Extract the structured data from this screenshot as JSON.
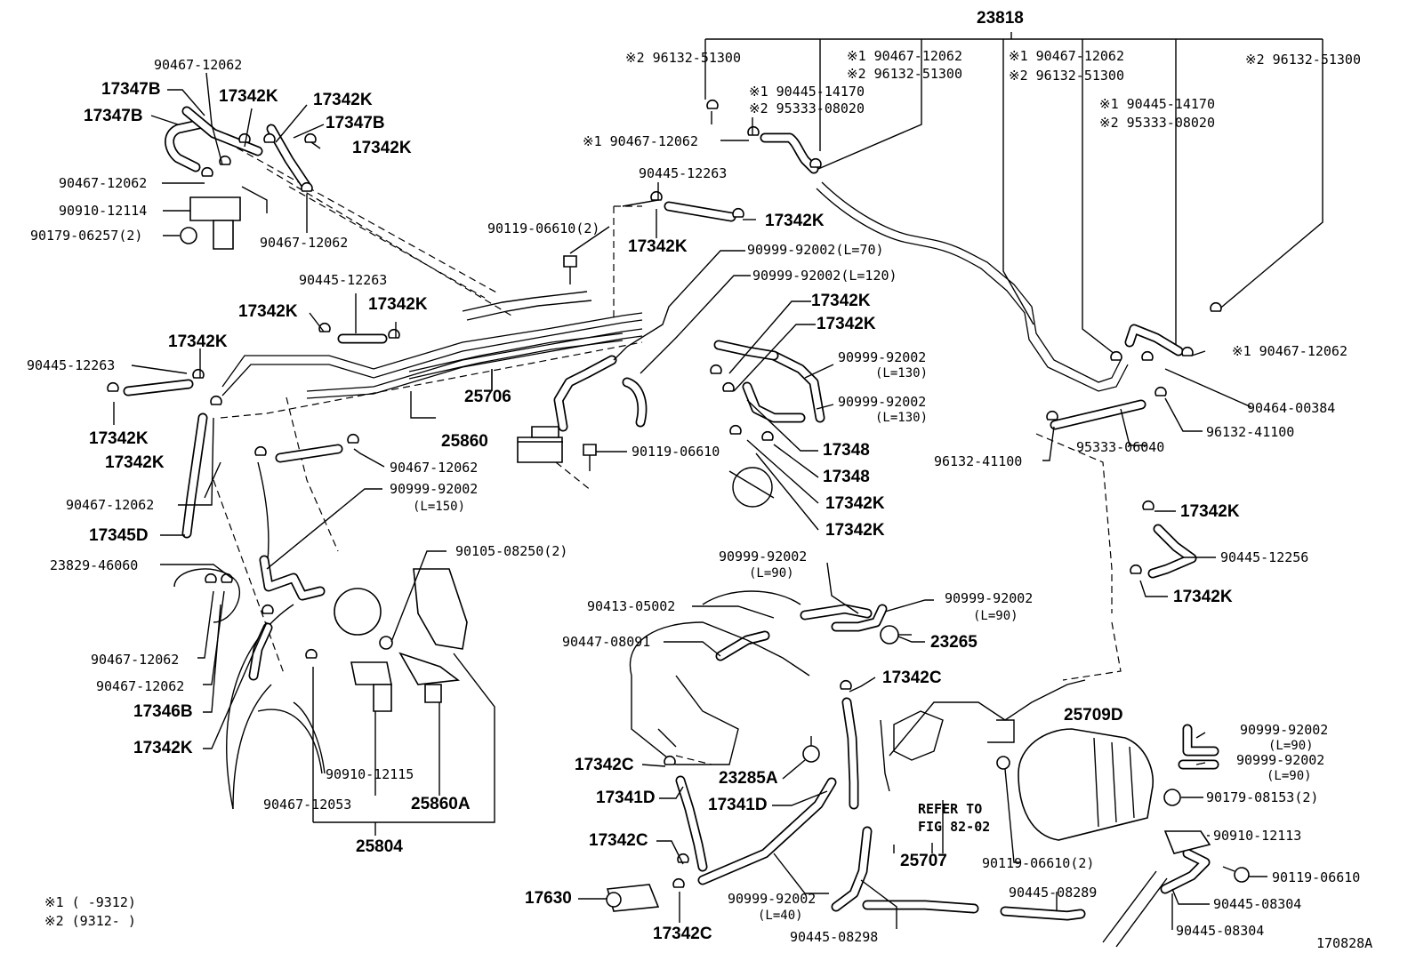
{
  "diagram": {
    "figure_code": "170828A",
    "legend": {
      "note1": "※1 (      -9312)",
      "note2": "※2 (9312-      )"
    },
    "refer_note": {
      "line1": "REFER TO",
      "line2": "FIG 82-02",
      "part": "25707"
    },
    "labels": {
      "p23818": "23818",
      "p17347B_a": "17347B",
      "p17347B_b": "17347B",
      "p17347B_c": "17347B",
      "p90467_12062_a": "90467-12062",
      "p17342K_a": "17342K",
      "p17342K_b": "17342K",
      "p17342K_c": "17342K",
      "p90467_12062_b": "90467-12062",
      "p90910_12114": "90910-12114",
      "p90179_06257": "90179-06257(2)",
      "p90467_12062_c": "90467-12062",
      "p96132_51300_a": "※2 96132-51300",
      "p90467_12062_d": "※1 90467-12062",
      "p96132_51300_b": "※2 96132-51300",
      "p90445_14170_a": "※1 90445-14170",
      "p95333_08020_a": "※2 95333-08020",
      "p90467_12062_e": "※1  90467-12062",
      "p90467_12062_f": "※1 90467-12062",
      "p96132_51300_c": "※2 96132-51300",
      "p96132_51300_d": "※2 96132-51300",
      "p90445_14170_b": "※1 90445-14170",
      "p95333_08020_b": "※2 95333-08020",
      "p90445_12263_a": "90445-12263",
      "p17342K_d": "17342K",
      "p17342K_e": "17342K",
      "p90119_06610_a": "90119-06610(2)",
      "p90999_92002_a": "90999-92002(L=70)",
      "p90999_92002_b": "90999-92002(L=120)",
      "p90445_12263_b": "90445-12263",
      "p17342K_f": "17342K",
      "p17342K_g": "17342K",
      "p17342K_h": "17342K",
      "p17342K_i": "17342K",
      "p90445_12263_c": "90445-12263",
      "p25706": "25706",
      "p90999_92002_c": "90999-92002",
      "p90999_92002_c_sub": "(L=130)",
      "p90999_92002_d": "90999-92002",
      "p90999_92002_d_sub": "(L=130)",
      "p17342K_j": "17342K",
      "p17342K_k": "17342K",
      "p17348_a": "17348",
      "p17348_b": "17348",
      "p17342K_l": "17342K",
      "p17342K_m": "17342K",
      "p25860": "25860",
      "p90119_06610_b": "90119-06610",
      "p90467_12062_g": "90467-12062",
      "p90467_12062_h": "90467-12062",
      "p90999_92002_e": "90999-92002",
      "p90999_92002_e_sub": "(L=150)",
      "p17345D": "17345D",
      "p23829_46060": "23829-46060",
      "p90105_08250": "90105-08250(2)",
      "p90467_12062_i": "90467-12062",
      "p90467_12062_j": "90467-12062",
      "p17346B": "17346B",
      "p17342K_n": "17342K",
      "p90910_12115": "90910-12115",
      "p90467_12053": "90467-12053",
      "p25860A": "25860A",
      "p25804": "25804",
      "p90467_12062_k": "※1 90467-12062",
      "p90464_00384": "90464-00384",
      "p96132_41100_a": "96132-41100",
      "p95333_06040": "95333-06040",
      "p96132_41100_b": "96132-41100",
      "p17342K_o": "17342K",
      "p90445_12256": "90445-12256",
      "p17342K_p": "17342K",
      "p90999_92002_f": "90999-92002",
      "p90999_92002_f_sub": "(L=90)",
      "p90413_05002": "90413-05002",
      "p90999_92002_g": "90999-92002",
      "p90999_92002_g_sub": "(L=90)",
      "p90447_08091": "90447-08091",
      "p23265": "23265",
      "p17342C_a": "17342C",
      "p25709D": "25709D",
      "p90999_92002_h": "90999-92002",
      "p90999_92002_h_sub": "(L=90)",
      "p90999_92002_i": "90999-92002",
      "p90999_92002_i_sub": "(L=90)",
      "p17342C_b": "17342C",
      "p23285A": "23285A",
      "p90179_08153": "90179-08153(2)",
      "p17341D_a": "17341D",
      "p17341D_b": "17341D",
      "p90910_12113": "90910-12113",
      "p17342C_c": "17342C",
      "p90119_06610_c": "90119-06610(2)",
      "p90119_06610_d": "90119-06610",
      "p17630": "17630",
      "p90999_92002_j": "90999-92002",
      "p90999_92002_j_sub": "(L=40)",
      "p90445_08289": "90445-08289",
      "p90445_08304_a": "90445-08304",
      "p90445_08304_b": "90445-08304",
      "p17342C_d": "17342C",
      "p90445_08298": "90445-08298"
    }
  }
}
